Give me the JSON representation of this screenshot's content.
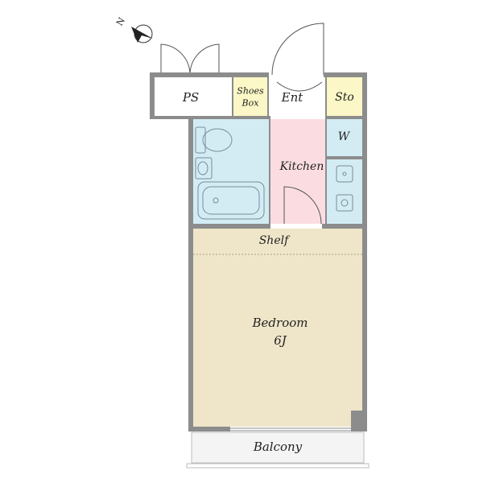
{
  "compass": {
    "label": "N",
    "icon": "north-arrow-icon"
  },
  "rooms": {
    "ps": "PS",
    "shoes_box_line1": "Shoes",
    "shoes_box_line2": "Box",
    "entrance": "Ent",
    "storage": "Sto",
    "washer": "W",
    "kitchen": "Kitchen",
    "shelf": "Shelf",
    "bedroom_name": "Bedroom",
    "bedroom_size": "6J",
    "balcony": "Balcony"
  },
  "colors": {
    "bedroom": "#efe5c8",
    "kitchen": "#fbdde1",
    "bath": "#d3ecf4",
    "yellow_box": "#fbf7c6",
    "wall": "#8c8c8c",
    "balcony": "#f4f4f4"
  }
}
